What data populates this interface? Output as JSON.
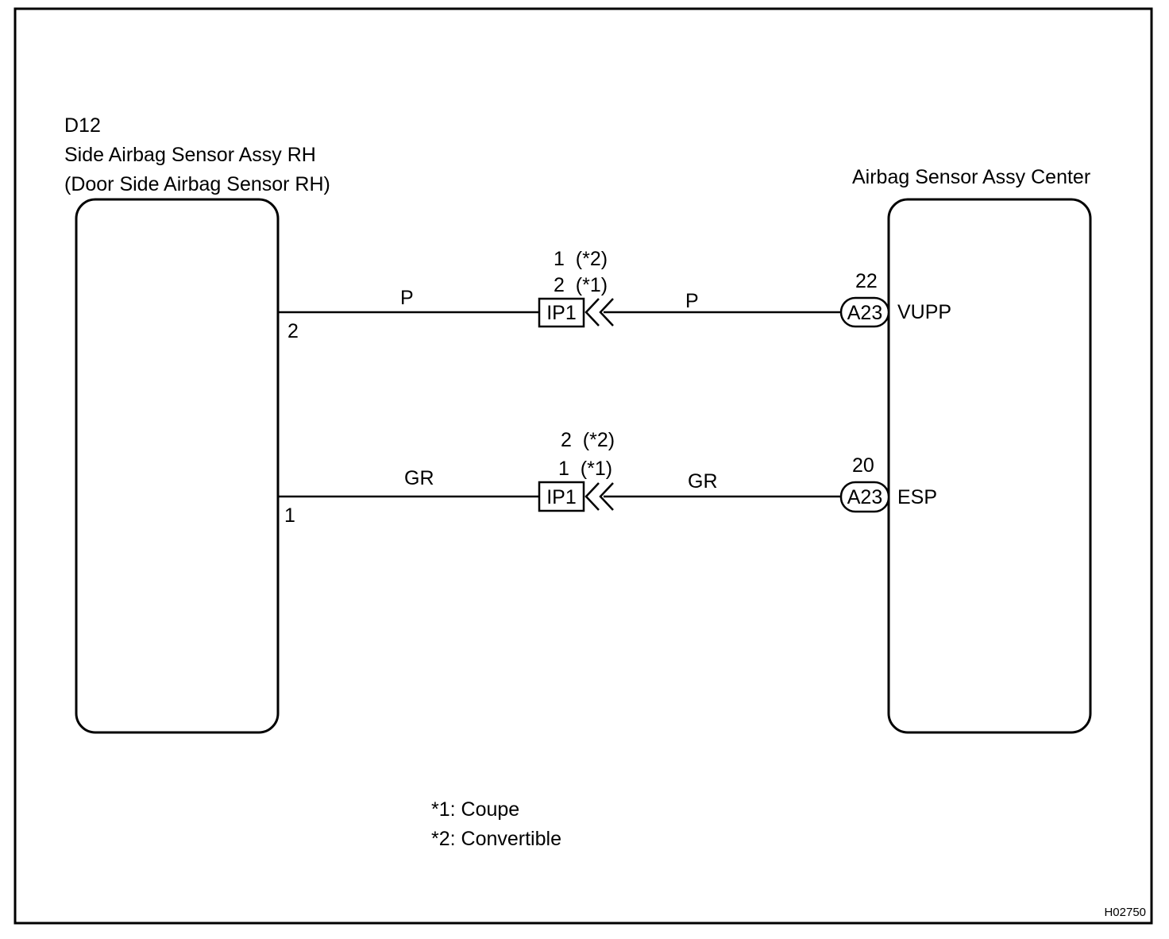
{
  "left_component": {
    "code": "D12",
    "name": "Side Airbag Sensor Assy RH",
    "alt_name": "(Door Side Airbag Sensor RH)"
  },
  "right_component": {
    "name": "Airbag Sensor Assy Center"
  },
  "circuits": [
    {
      "left_pin": "2",
      "wire_color_left": "P",
      "junction": "IP1",
      "junction_pins": [
        "1  (*2)",
        "2  (*1)"
      ],
      "wire_color_right": "P",
      "connector": "A23",
      "connector_pin": "22",
      "terminal": "VUPP"
    },
    {
      "left_pin": "1",
      "wire_color_left": "GR",
      "junction": "IP1",
      "junction_pins": [
        "2  (*2)",
        "1  (*1)"
      ],
      "wire_color_right": "GR",
      "connector": "A23",
      "connector_pin": "20",
      "terminal": "ESP"
    }
  ],
  "notes": [
    "*1: Coupe",
    "*2: Convertible"
  ],
  "figure_code": "H02750"
}
